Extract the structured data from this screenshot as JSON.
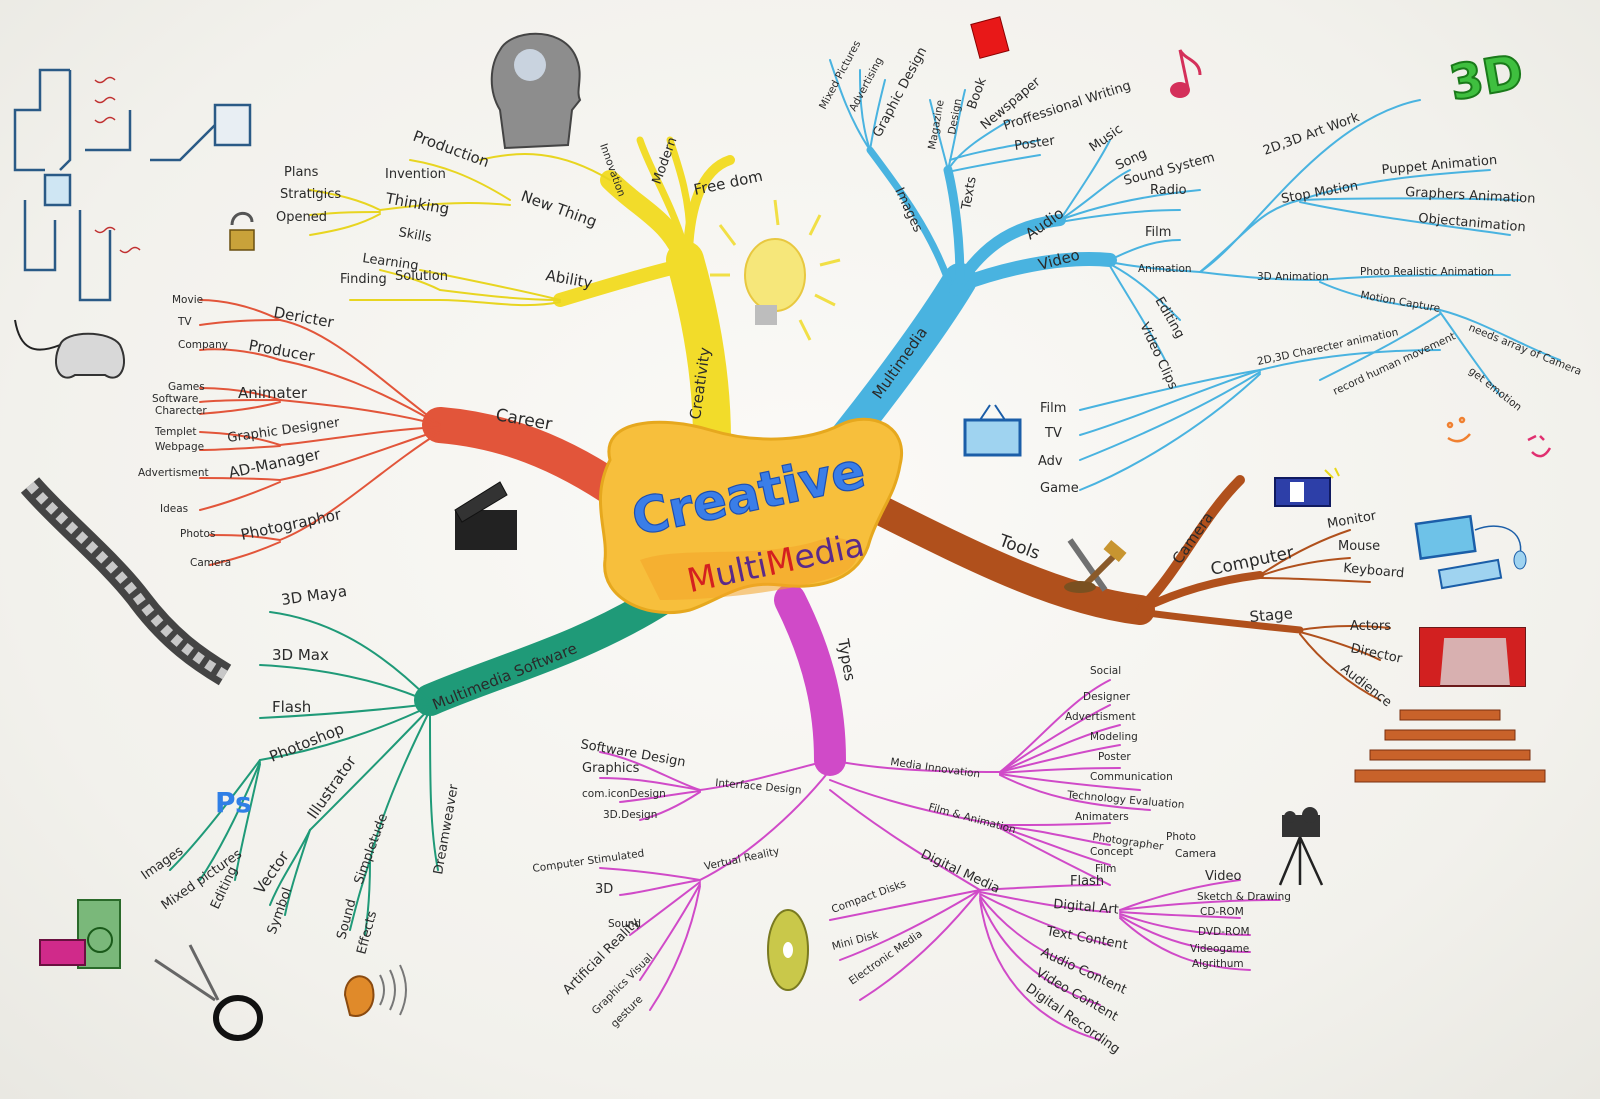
{
  "center": {
    "title_line1": "Creative",
    "title_line2_parts": [
      {
        "text": "M",
        "color": "#d42020"
      },
      {
        "text": "ulti",
        "color": "#5a2a8a"
      },
      {
        "text": "M",
        "color": "#d42020"
      },
      {
        "text": "edia",
        "color": "#5a2a8a"
      }
    ]
  },
  "colors": {
    "creativity": "#f2dc2a",
    "multimedia": "#49b3e0",
    "career": "#e2553a",
    "tools": "#b0501c",
    "software": "#1f9a78",
    "types": "#d04ac8",
    "center_fill": "#f7bf3c"
  },
  "branches": {
    "creativity": {
      "label": "Creativity",
      "new_thing": "New Thing",
      "production": "Production",
      "invention": "Invention",
      "thinking": "Thinking",
      "plans": "Plans",
      "stratigics": "Stratigics",
      "opened": "Opened",
      "ability": "Ability",
      "skills": "Skills",
      "learning": "Learning",
      "finding": "Finding",
      "solution": "Solution",
      "innovation": "Innovation",
      "modern": "Modern",
      "freedom": "Free dom"
    },
    "multimedia": {
      "label": "Multimedia",
      "images": "Images",
      "mixed_pictures": "Mixed Pictures",
      "advertising": "Advertising",
      "graphic_design": "Graphic Design",
      "texts": "Texts",
      "magazine": "Magazine",
      "design": "Design",
      "book": "Book",
      "newspaper": "Newspaper",
      "proffessional_writing": "Proffessional Writing",
      "poster": "Poster",
      "audio": "Audio",
      "music": "Music",
      "song": "Song",
      "sound_system": "Sound System",
      "radio": "Radio",
      "video": "Video",
      "film": "Film",
      "animation": "Animation",
      "editing": "Editing",
      "video_clips": "Video Clips",
      "art_work": "2D,3D Art Work",
      "stop_motion": "Stop Motion",
      "puppet_animation": "Puppet Animation",
      "graphers_animation": "Graphers Animation",
      "object_animation": "Objectanimation",
      "anim_3d": "3D Animation",
      "photo_realistic": "Photo Realistic Animation",
      "motion_capture": "Motion Capture",
      "needs_array": "needs array of Camera",
      "get_emotion": "get emotion",
      "record_human": "record human movement",
      "charecter_animation": "2D,3D Charecter animation",
      "film2": "Film",
      "tv": "TV",
      "adv": "Adv",
      "game": "Game"
    },
    "career": {
      "label": "Career",
      "dericter": "Dericter",
      "movie": "Movie",
      "tv": "TV",
      "producer": "Producer",
      "company": "Company",
      "animater": "Animater",
      "games": "Games",
      "software": "Software",
      "charecter": "Charecter",
      "graphic_designer": "Graphic Designer",
      "templet": "Templet",
      "webpage": "Webpage",
      "ad_manager": "AD-Manager",
      "advertisment": "Advertisment",
      "ideas": "Ideas",
      "photographor": "Photographor",
      "photos": "Photos",
      "camera": "Camera"
    },
    "tools": {
      "label": "Tools",
      "camera": "Camera",
      "computer": "Computer",
      "monitor": "Monitor",
      "mouse": "Mouse",
      "keyboard": "Keyboard",
      "stage": "Stage",
      "actors": "Actors",
      "director": "Director",
      "audience": "Audience"
    },
    "software": {
      "label": "Multimedia Software",
      "maya": "3D Maya",
      "max": "3D Max",
      "flash": "Flash",
      "photoshop": "Photoshop",
      "images": "Images",
      "mixed_pictures": "Mixed pictures",
      "editing": "Editing",
      "illustrator": "Illustrator",
      "vector": "Vector",
      "symbol": "Symbol",
      "simpletude": "Simpletude",
      "sound": "Sound",
      "effects": "Effects",
      "dreamweaver": "Dreamweaver",
      "ps_logo": "Ps"
    },
    "types": {
      "label": "Types",
      "interface_design": "Interface Design",
      "software_design": "Software Design",
      "graphics": "Graphics",
      "icon_design": "com.iconDesign",
      "design_3d": "3D.Design",
      "vertual_reality": "Vertual Reality",
      "computer_stimulated": "Computer Stimulated",
      "r3d": "3D",
      "sound": "Sound",
      "artificial_reality": "Artificial Reality",
      "graphics_visual": "Graphics Visual",
      "gesture": "gesture",
      "media_innovation": "Media Innovation",
      "social": "Social",
      "designer": "Designer",
      "advertisment": "Advertisment",
      "modeling": "Modeling",
      "poster": "Poster",
      "communication": "Communication",
      "technology_evaluation": "Technology Evaluation",
      "film_animation": "Film & Animation",
      "animaters": "Animaters",
      "photographer": "Photographer",
      "photo": "Photo",
      "camera": "Camera",
      "concept": "Concept",
      "film": "Film",
      "digital_media": "Digital Media",
      "compact_disks": "Compact Disks",
      "mini_disk": "Mini Disk",
      "electronic_media": "Electronic Media",
      "flash": "Flash",
      "digital_art": "Digital Art",
      "text_content": "Text Content",
      "audio_content": "Audio Content",
      "video_content": "Video Content",
      "digital_recording": "Digital Recording",
      "video": "Video",
      "sketch_drawing": "Sketch & Drawing",
      "cd_rom": "CD-ROM",
      "dvd_rom": "DVD-ROM",
      "videogame": "Videogame",
      "algrithm": "Algrithum"
    }
  },
  "decorations": {
    "logo_3d": "3D"
  }
}
